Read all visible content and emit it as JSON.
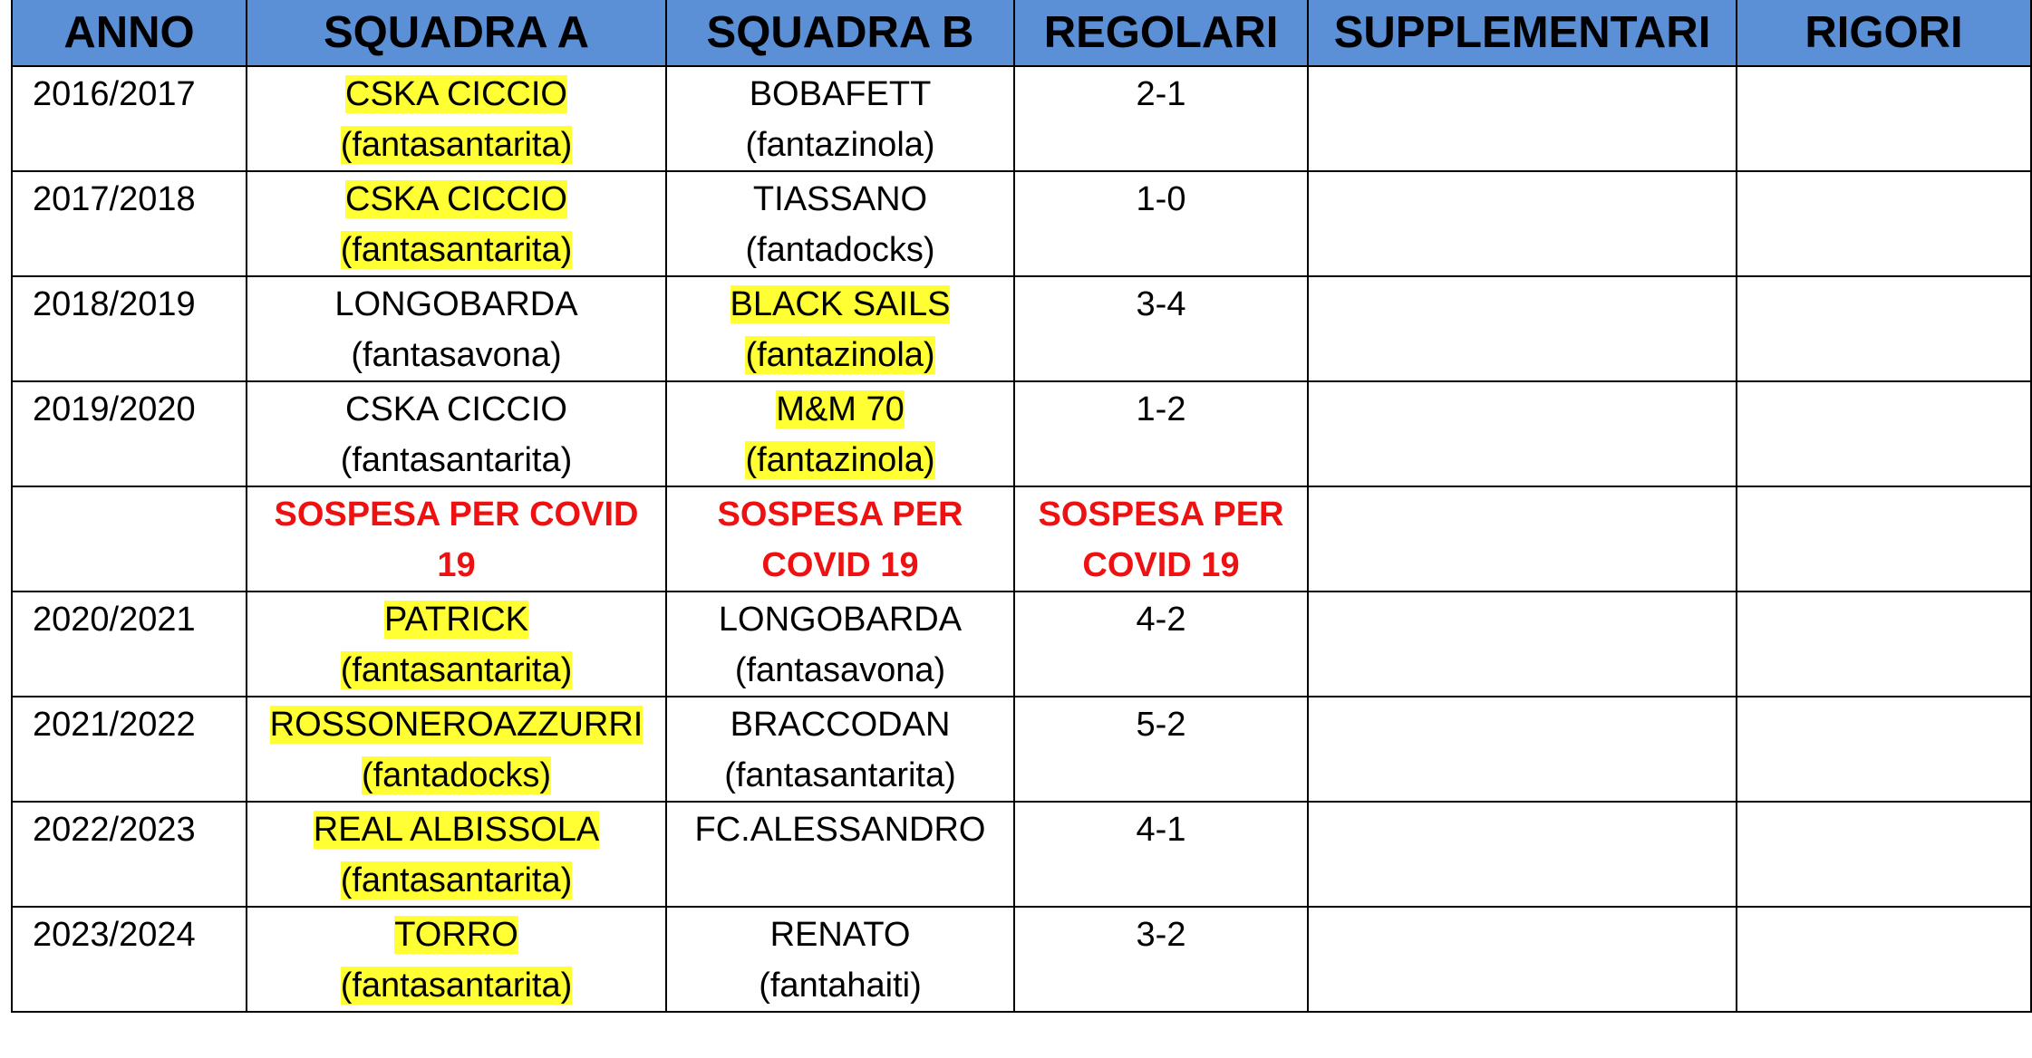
{
  "colors": {
    "header_bg": "#5b8fd6",
    "highlight": "#ffff33",
    "suspended_text": "#ee1111"
  },
  "headers": [
    "ANNO",
    "SQUADRA A",
    "SQUADRA B",
    "REGOLARI",
    "SUPPLEMENTARI",
    "RIGORI"
  ],
  "rows": [
    {
      "anno": "2016/2017",
      "a_team": "CSKA CICCIO",
      "a_league": "(fantasantarita)",
      "a_winner": true,
      "b_team": "BOBAFETT",
      "b_league": "(fantazinola)",
      "b_winner": false,
      "regolari": "2-1",
      "supplementari": "",
      "rigori": ""
    },
    {
      "anno": "2017/2018",
      "a_team": "CSKA CICCIO",
      "a_league": "(fantasantarita)",
      "a_winner": true,
      "b_team": "TIASSANO",
      "b_league": "(fantadocks)",
      "b_winner": false,
      "regolari": "1-0",
      "supplementari": "",
      "rigori": ""
    },
    {
      "anno": "2018/2019",
      "a_team": "LONGOBARDA",
      "a_league": "(fantasavona)",
      "a_winner": false,
      "b_team": "BLACK SAILS",
      "b_league": "(fantazinola)",
      "b_winner": true,
      "regolari": "3-4",
      "supplementari": "",
      "rigori": ""
    },
    {
      "anno": "2019/2020",
      "a_team": "CSKA CICCIO",
      "a_league": "(fantasantarita)",
      "a_winner": false,
      "b_team": "M&M 70",
      "b_league": "(fantazinola)",
      "b_winner": true,
      "regolari": "1-2",
      "supplementari": "",
      "rigori": ""
    },
    {
      "anno": "",
      "suspended": true,
      "a_team": "SOSPESA PER COVID",
      "a_league": "19",
      "b_team": "SOSPESA PER",
      "b_league": "COVID 19",
      "regolari_l1": "SOSPESA PER",
      "regolari_l2": "COVID 19",
      "supplementari": "",
      "rigori": ""
    },
    {
      "anno": "2020/2021",
      "a_team": "PATRICK",
      "a_league": "(fantasantarita)",
      "a_winner": true,
      "b_team": "LONGOBARDA",
      "b_league": "(fantasavona)",
      "b_winner": false,
      "regolari": "4-2",
      "supplementari": "",
      "rigori": ""
    },
    {
      "anno": "2021/2022",
      "a_team": "ROSSONEROAZZURRI",
      "a_league": "(fantadocks)",
      "a_winner": true,
      "b_team": "BRACCODAN",
      "b_league": "(fantasantarita)",
      "b_winner": false,
      "regolari": "5-2",
      "supplementari": "",
      "rigori": ""
    },
    {
      "anno": "2022/2023",
      "a_team": "REAL ALBISSOLA",
      "a_league": "(fantasantarita)",
      "a_winner": true,
      "b_team": "FC.ALESSANDRO",
      "b_league": "",
      "b_winner": false,
      "regolari": "4-1",
      "supplementari": "",
      "rigori": ""
    },
    {
      "anno": "2023/2024",
      "a_team": "TORRO",
      "a_league": "(fantasantarita)",
      "a_winner": true,
      "b_team": "RENATO",
      "b_league": "(fantahaiti)",
      "b_winner": false,
      "regolari": "3-2",
      "supplementari": "",
      "rigori": ""
    }
  ]
}
